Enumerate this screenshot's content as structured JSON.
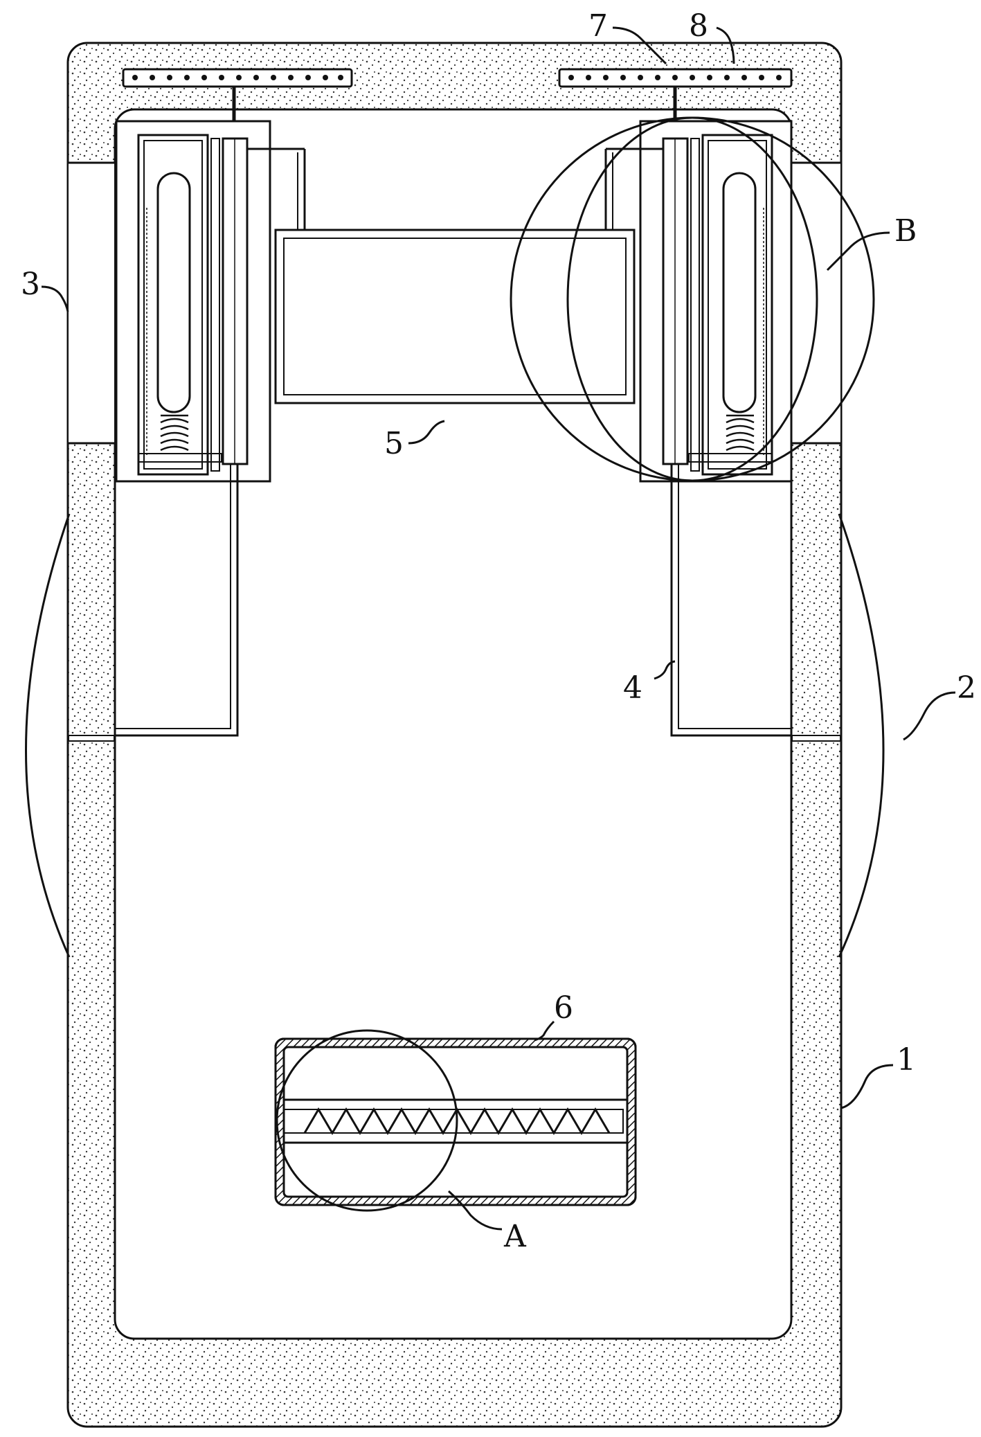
{
  "figure": {
    "labels": [
      {
        "id": "1",
        "text": "1"
      },
      {
        "id": "2",
        "text": "2"
      },
      {
        "id": "3",
        "text": "3"
      },
      {
        "id": "4",
        "text": "4"
      },
      {
        "id": "5",
        "text": "5"
      },
      {
        "id": "6",
        "text": "6"
      },
      {
        "id": "7",
        "text": "7"
      },
      {
        "id": "8",
        "text": "8"
      },
      {
        "id": "A",
        "text": "A"
      },
      {
        "id": "B",
        "text": "B"
      }
    ],
    "colors": {
      "line": "#111111",
      "background": "#ffffff",
      "stipple": "#333333"
    }
  }
}
